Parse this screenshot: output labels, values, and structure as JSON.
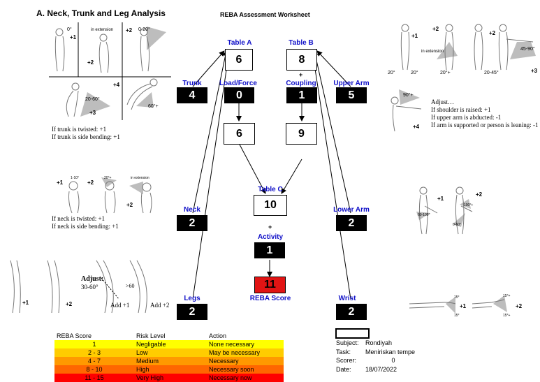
{
  "section_title": "A. Neck, Trunk and Leg Analysis",
  "worksheet_title": "REBA Assessment Worksheet",
  "labels": {
    "table_a": "Table A",
    "table_b": "Table B",
    "table_c": "Table C",
    "trunk": "Trunk",
    "load_force": "Load/Force",
    "coupling": "Coupling",
    "upper_arm": "Upper Arm",
    "neck": "Neck",
    "lower_arm": "Lower Arm",
    "activity": "Activity",
    "legs": "Legs",
    "reba_score": "REBA Score",
    "wrist": "Wrist",
    "plus": "+"
  },
  "values": {
    "table_a": "6",
    "table_b": "8",
    "trunk": "4",
    "load_force": "0",
    "coupling": "1",
    "upper_arm": "5",
    "score_a": "6",
    "score_b": "9",
    "table_c": "10",
    "neck": "2",
    "lower_arm": "2",
    "activity": "1",
    "reba_score": "11",
    "legs": "2",
    "wrist": "2"
  },
  "notes": {
    "trunk_1": "If trunk is twisted: +1",
    "trunk_2": "If trunk is side bending: +1",
    "neck_1": "If neck is twisted: +1",
    "neck_2": "If neck is side bending: +1",
    "arm_adjust": "Adjust…",
    "arm_1": "If shoulder is raised: +1",
    "arm_2": "If upper arm is abducted: -1",
    "arm_3": "If arm is supported or person is leaning: -1"
  },
  "figure_text": {
    "trunk_deg0": "0°",
    "trunk_p1": "+1",
    "trunk_ext": "in extension",
    "trunk_p2a": "+2",
    "trunk_p2b": "+2",
    "trunk_deg020": "0-20°",
    "trunk_deg2060": "20-60°",
    "trunk_p3": "+3",
    "trunk_p4": "+4",
    "trunk_deg60": "60°+",
    "neck_p1": "+1",
    "neck_deg1020": "1-10°",
    "neck_p2a": "+2",
    "neck_deg20": "20°+",
    "neck_ext": "in extension",
    "neck_p2b": "+2",
    "legs_p1": "+1",
    "legs_p2": "+2",
    "legs_adjust": "Adjust:",
    "legs_deg": "30-60°",
    "legs_gt60": ">60",
    "legs_add1": "Add +1",
    "legs_add2": "Add +2",
    "ua_p1": "+1",
    "ua_p2a": "+2",
    "ua_ext": "in extension",
    "ua_p2b": "+2",
    "ua_deg4590": "45-90°",
    "ua_p3": "+3",
    "ua_deg20a": "20°",
    "ua_deg20b": "20°",
    "ua_deg20p": "20°+",
    "ua_deg2045": "20-45°",
    "ua_deg90": "90°+",
    "ua_p4": "+4",
    "la_p1": "+1",
    "la_p2": "+2",
    "la_deg60100": "60-100°",
    "la_deg100": "100°+",
    "la_deg60": "0-60°",
    "wr_p1": "+1",
    "wr_p2": "+2",
    "wr_deg15a": "15°",
    "wr_deg15b": "15°",
    "wr_deg15pa": "15°+",
    "wr_deg15pb": "15°+"
  },
  "risk_table": {
    "headers": [
      "REBA Score",
      "Risk Level",
      "Action"
    ],
    "rows": [
      {
        "score": "1",
        "level": "Negligable",
        "action": "None necessary",
        "color": "#ffff00"
      },
      {
        "score": "2 - 3",
        "level": "Low",
        "action": "May be necessary",
        "color": "#ffcc00"
      },
      {
        "score": "4 - 7",
        "level": "Medium",
        "action": "Necessary",
        "color": "#ff9900"
      },
      {
        "score": "8 - 10",
        "level": "High",
        "action": "Necessary soon",
        "color": "#ff6600"
      },
      {
        "score": "11 - 15",
        "level": "Very High",
        "action": "Necessary now",
        "color": "#ff0000"
      }
    ]
  },
  "meta": {
    "subject_label": "Subject:",
    "subject": "Rondiyah",
    "task_label": "Task:",
    "task": "Meniriskan tempe",
    "scorer_label": "Scorer:",
    "scorer": "0",
    "date_label": "Date:",
    "date": "18/07/2022"
  },
  "colors": {
    "label_blue": "#1010c8",
    "reba_red": "#e11414",
    "shade": "#bdbdbd"
  }
}
